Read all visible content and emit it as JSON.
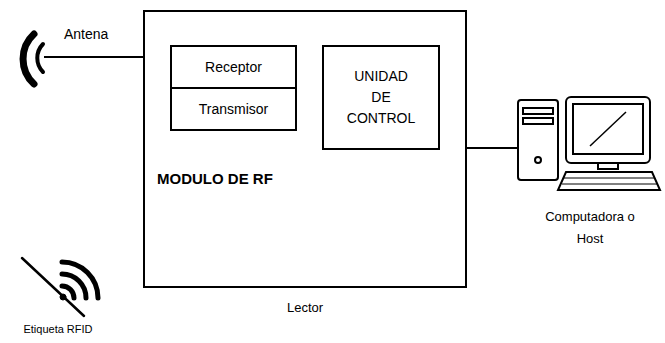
{
  "diagram": {
    "nodes": [
      {
        "text": [
          "MODULO DE RF",
          "Lector"
        ]
      },
      {
        "text": [
          "Receptor"
        ],
        "in": 0
      },
      {
        "text": [
          "Transmisor"
        ],
        "in": 0
      },
      {
        "text": [
          "UNIDAD DE CONTROL"
        ],
        "in": 0
      }
    ],
    "labels": [
      "Antena",
      "Computadora o Host",
      "Etiqueta RFID"
    ]
  }
}
